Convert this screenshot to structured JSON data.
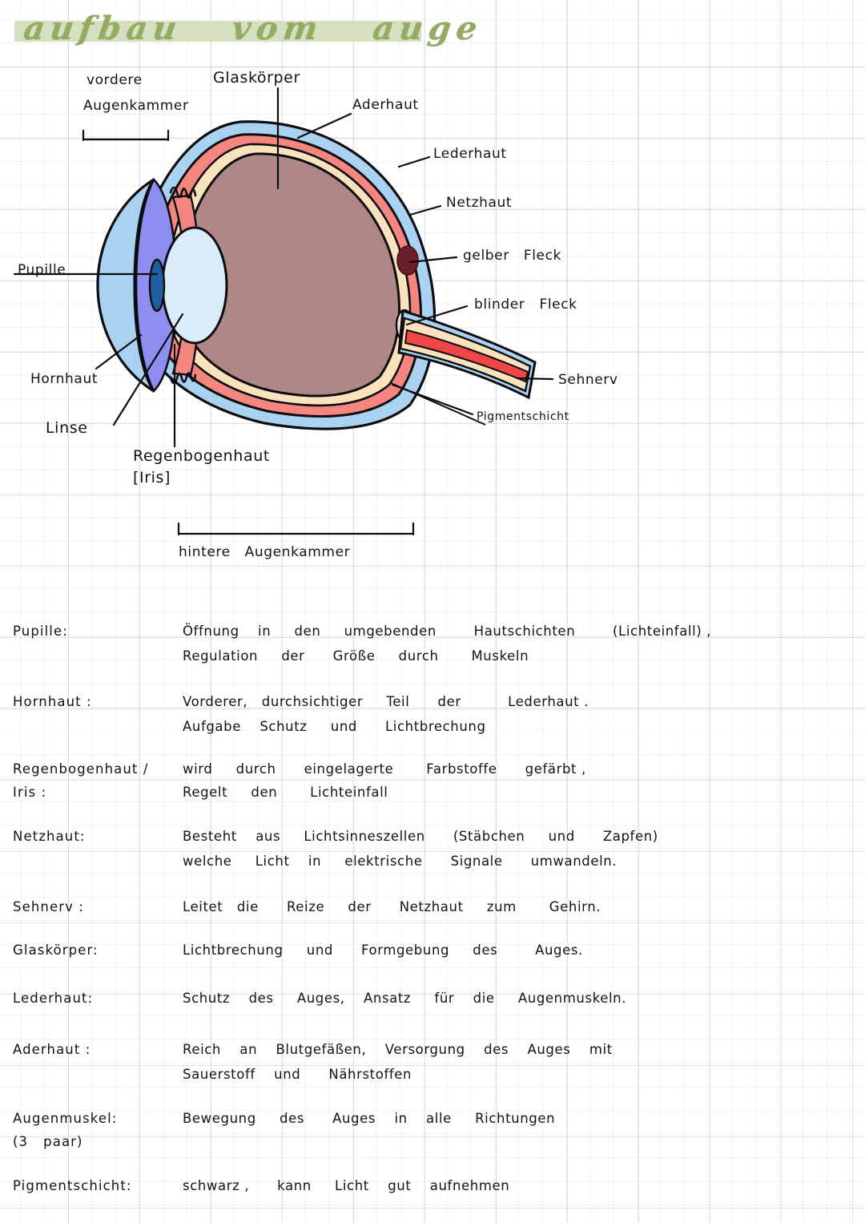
{
  "title": "aufbau   vom   auge",
  "diagram": {
    "name": "eye-cross-section",
    "bracket_labels": [
      {
        "line1": "vordere",
        "line2": "Augenkammer"
      },
      {
        "line1": "hintere   Augenkammer",
        "line2": ""
      }
    ],
    "labels": [
      {
        "id": "glaskoerper",
        "text": "Glaskörper"
      },
      {
        "id": "aderhaut",
        "text": "Aderhaut"
      },
      {
        "id": "lederhaut",
        "text": "Lederhaut"
      },
      {
        "id": "netzhaut",
        "text": "Netzhaut"
      },
      {
        "id": "gelber-fleck",
        "text": "gelber   Fleck"
      },
      {
        "id": "blinder-fleck",
        "text": "blinder   Fleck"
      },
      {
        "id": "sehnerv",
        "text": "Sehnerv"
      },
      {
        "id": "pigmentschicht",
        "text": "Pigmentschicht"
      },
      {
        "id": "pupille",
        "text": "Pupille"
      },
      {
        "id": "hornhaut",
        "text": "Hornhaut"
      },
      {
        "id": "linse",
        "text": "Linse"
      },
      {
        "id": "regenbogenhaut",
        "text": "Regenbogenhaut"
      },
      {
        "id": "iris",
        "text": "[Iris]"
      }
    ],
    "colors": {
      "lederhaut": "#a8d2f0",
      "aderhaut": "#f4867f",
      "netzhaut": "#fae2bd",
      "glaskoerper": "#b08787",
      "linse": "#d8ecfa",
      "pupille": "#1f5fa0",
      "iris_chamber": "#8e8ef0",
      "gelber_fleck": "#6b1f28",
      "blinder_fleck": "#f7e6e6",
      "sehnerv_stripe": "#ef4646",
      "outline": "#0d0d11"
    }
  },
  "definitions": [
    {
      "term_line1": "Pupille:",
      "term_line2": "",
      "body_line1": "Öffnung    in     den     umgebenden        Hautschichten        (Lichteinfall) ,",
      "body_line2": "Regulation     der      Größe     durch       Muskeln"
    },
    {
      "term_line1": "Hornhaut :",
      "term_line2": "",
      "body_line1": "Vorderer,   durchsichtiger     Teil      der          Lederhaut .",
      "body_line2": "Aufgabe    Schutz     und      Lichtbrechung"
    },
    {
      "term_line1": "Regenbogenhaut /",
      "term_line2": "Iris :",
      "body_line1": "wird     durch      eingelagerte       Farbstoffe      gefärbt ,",
      "body_line2": "Regelt     den       Lichteinfall"
    },
    {
      "term_line1": "Netzhaut:",
      "term_line2": "",
      "body_line1": "Besteht    aus     Lichtsinneszellen      (Stäbchen     und      Zapfen)",
      "body_line2": "welche     Licht    in     elektrische      Signale      umwandeln."
    },
    {
      "term_line1": "Sehnerv :",
      "term_line2": "",
      "body_line1": "Leitet   die      Reize     der      Netzhaut     zum       Gehirn.",
      "body_line2": ""
    },
    {
      "term_line1": "Glaskörper:",
      "term_line2": "",
      "body_line1": "Lichtbrechung     und      Formgebung     des        Auges.",
      "body_line2": ""
    },
    {
      "term_line1": "Lederhaut:",
      "term_line2": "",
      "body_line1": "Schutz    des     Auges,    Ansatz     für    die     Augenmuskeln.",
      "body_line2": ""
    },
    {
      "term_line1": "Aderhaut :",
      "term_line2": "",
      "body_line1": "Reich    an    Blutgefäßen,    Versorgung    des    Auges    mit",
      "body_line2": "Sauerstoff    und      Nährstoffen"
    },
    {
      "term_line1": "Augenmuskel:",
      "term_line2": "(3   paar)",
      "body_line1": "Bewegung     des      Auges    in    alle     Richtungen",
      "body_line2": ""
    },
    {
      "term_line1": "Pigmentschicht:",
      "term_line2": "",
      "body_line1": "schwarz ,      kann     Licht    gut    aufnehmen",
      "body_line2": ""
    }
  ]
}
